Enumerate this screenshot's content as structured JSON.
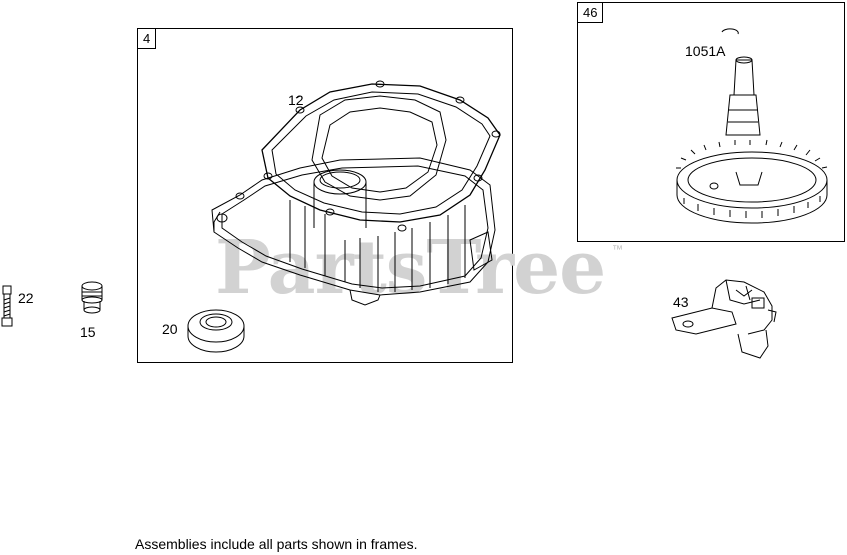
{
  "frames": [
    {
      "id": "frame-4",
      "label": "4"
    },
    {
      "id": "frame-46",
      "label": "46"
    }
  ],
  "callouts": {
    "cylinder_seal": "12",
    "cam_clip": "1051A",
    "bolt": "22",
    "plug": "15",
    "oil_seal": "20",
    "governor": "43"
  },
  "watermark": {
    "text": "PartsTree",
    "mark": "™"
  },
  "footnote": "Assemblies include all parts shown in frames."
}
